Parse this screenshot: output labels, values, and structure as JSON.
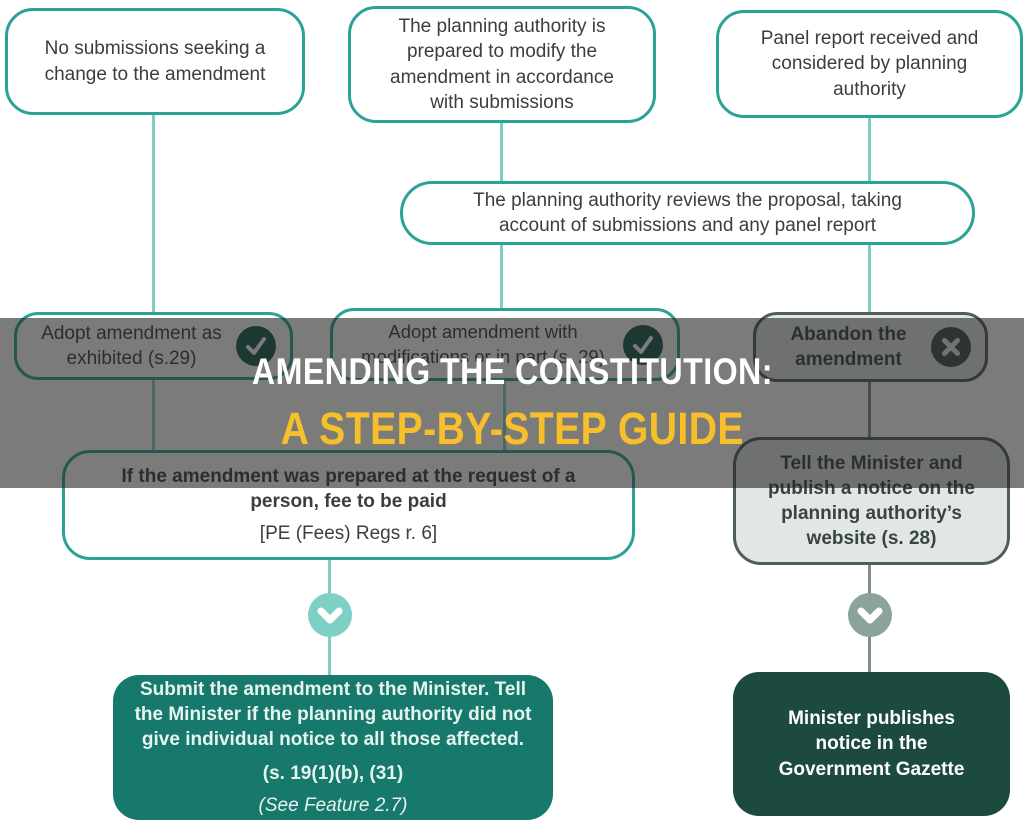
{
  "banner": {
    "title": "AMENDING THE CONSTITUTION:",
    "subtitle": "A STEP-BY-STEP GUIDE",
    "title_color": "#FFFFFF",
    "subtitle_color": "#F7C02B"
  },
  "colors": {
    "teal_border": "#2aa396",
    "light_teal_line": "#7fcfc4",
    "dark_teal_icon_circle": "#14584e",
    "cross_icon_circle": "#3f4e48",
    "gray_line": "#7e8e88",
    "gray_box_bg": "#e2e7e5",
    "gray_box_border": "#4e5e58",
    "submit_box_bg": "#17786c",
    "gazette_box_bg": "#1d4a3e",
    "chevron_left": "#7ed0c4",
    "chevron_right": "#8ba39b",
    "text_dark": "#3d3d3d"
  },
  "boxes": {
    "no_submissions": "No submissions seeking a change to the amendment",
    "modify": "The planning authority is prepared to modify the amendment in accordance with submissions",
    "panel": "Panel report received and considered by planning authority",
    "review": "The planning authority reviews the proposal, taking account of submissions and any panel report",
    "adopt_exhibited": "Adopt amendment as exhibited (s.29)",
    "adopt_modifications": "Adopt amendment with modifications or in part (s. 29)",
    "abandon": "Abandon the amendment",
    "fee_main": "If the amendment was prepared at the request of a person, fee to be paid",
    "fee_ref": "[PE (Fees) Regs r. 6]",
    "tell_minister": "Tell the Minister and publish a notice on the planning authority’s website (s. 28)",
    "submit_main": "Submit the amendment to the Minister. Tell the Minister if the planning authority did not give individual notice to all those affected.",
    "submit_ref": "(s. 19(1)(b), (31)",
    "submit_note": "(See Feature 2.7)",
    "gazette": "Minister publishes notice in the Government Gazette"
  }
}
